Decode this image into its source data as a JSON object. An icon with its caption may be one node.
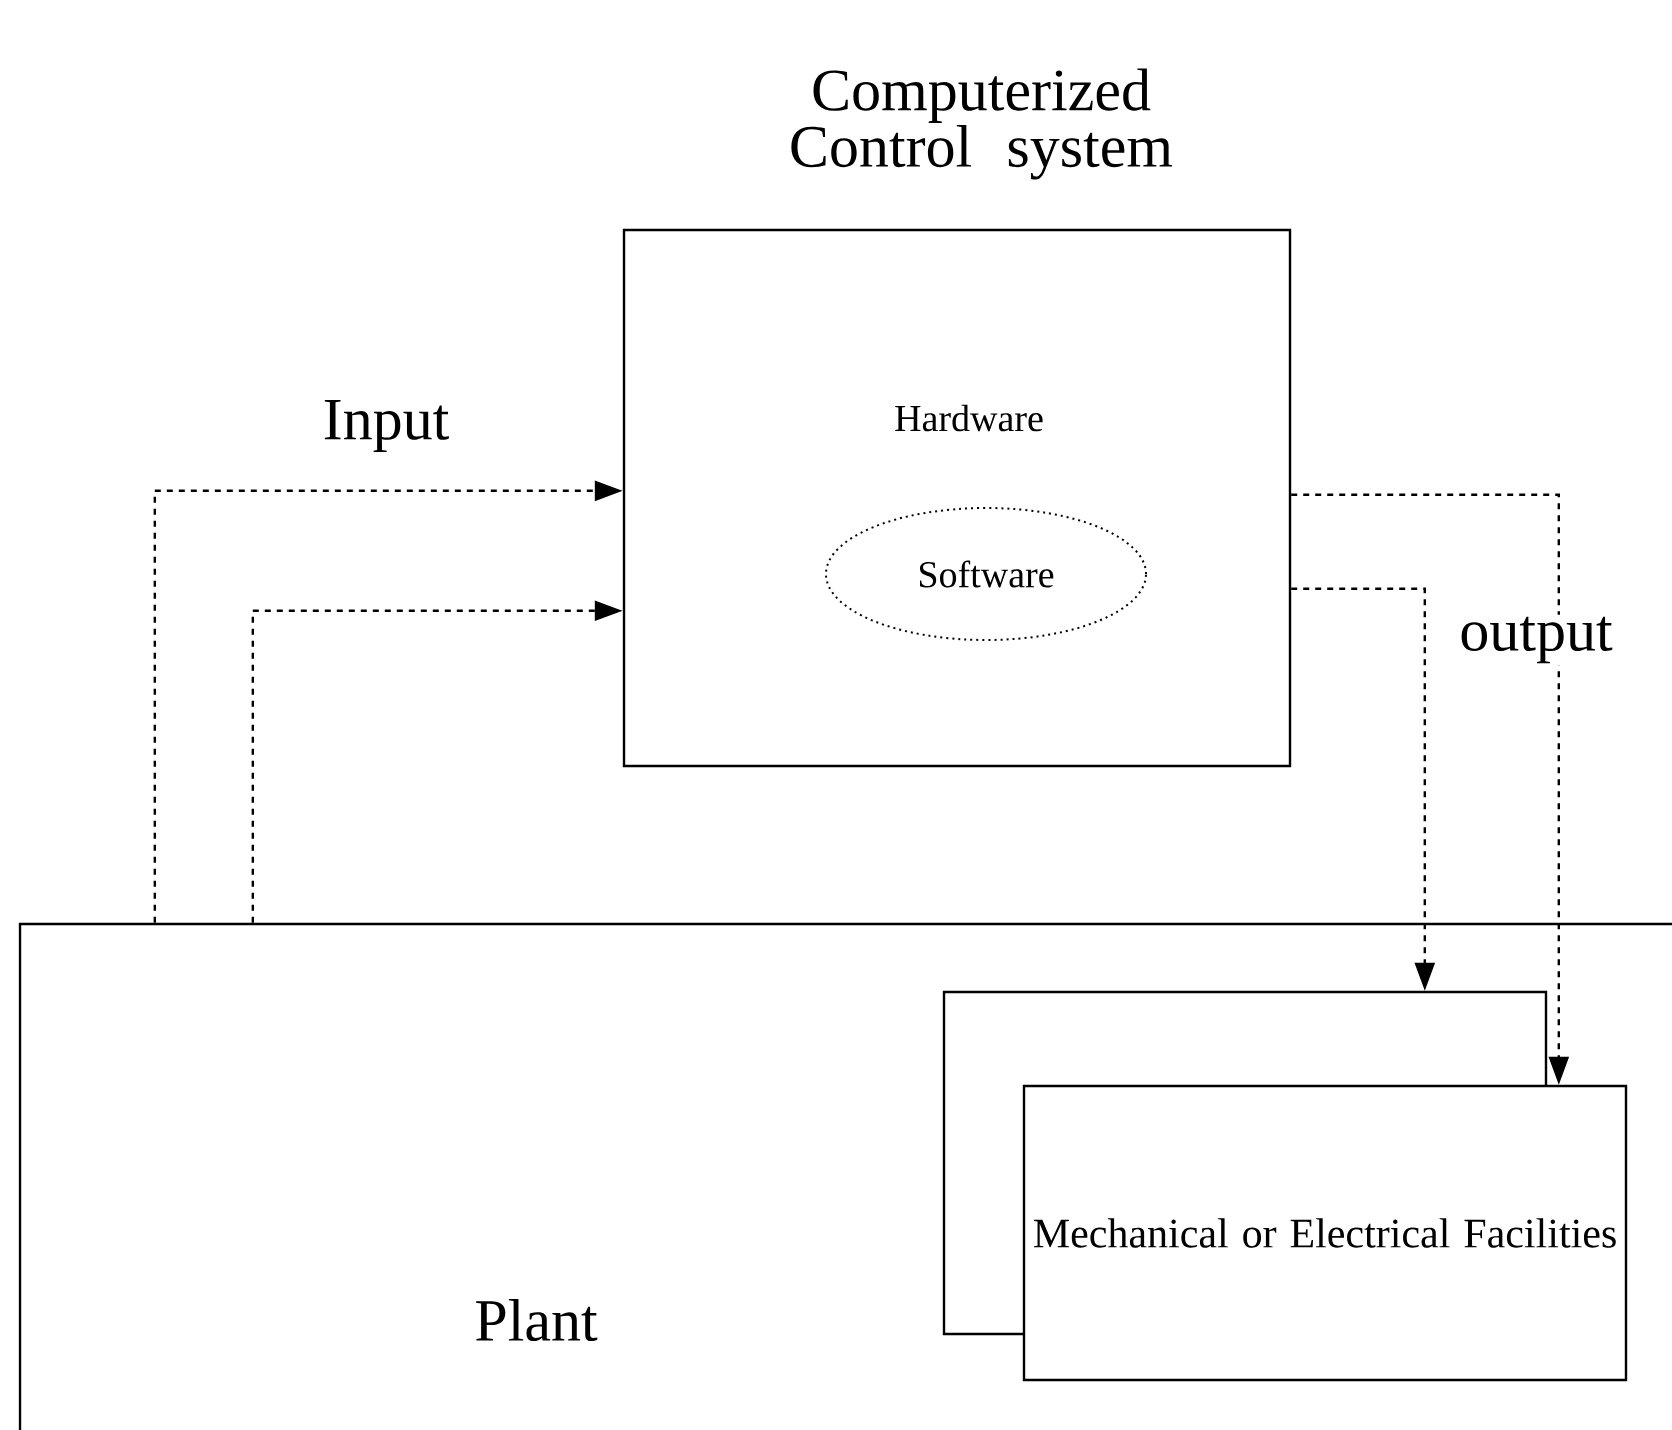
{
  "diagram": {
    "nodes": [
      {
        "text": [
          "Computerized Control system",
          "Hardware"
        ]
      },
      {
        "text": [
          "Software"
        ],
        "in": 0
      },
      {
        "text": [
          "Plant"
        ]
      },
      {
        "text": [],
        "shape": "box",
        "in": 2
      },
      {
        "text": [
          "Mechanical or Electrical Facilities"
        ],
        "in": 2
      }
    ],
    "edges": [
      {
        "from": 2,
        "to": 0,
        "arrow": "to",
        "style": "dashed"
      },
      {
        "from": 2,
        "to": 0,
        "arrow": "to",
        "style": "dashed"
      },
      {
        "from": 0,
        "to": 3,
        "arrow": "to",
        "style": "dashed"
      },
      {
        "from": 0,
        "to": 4,
        "arrow": "to",
        "style": "dashed"
      }
    ],
    "labels": [
      "Input",
      "output"
    ]
  }
}
